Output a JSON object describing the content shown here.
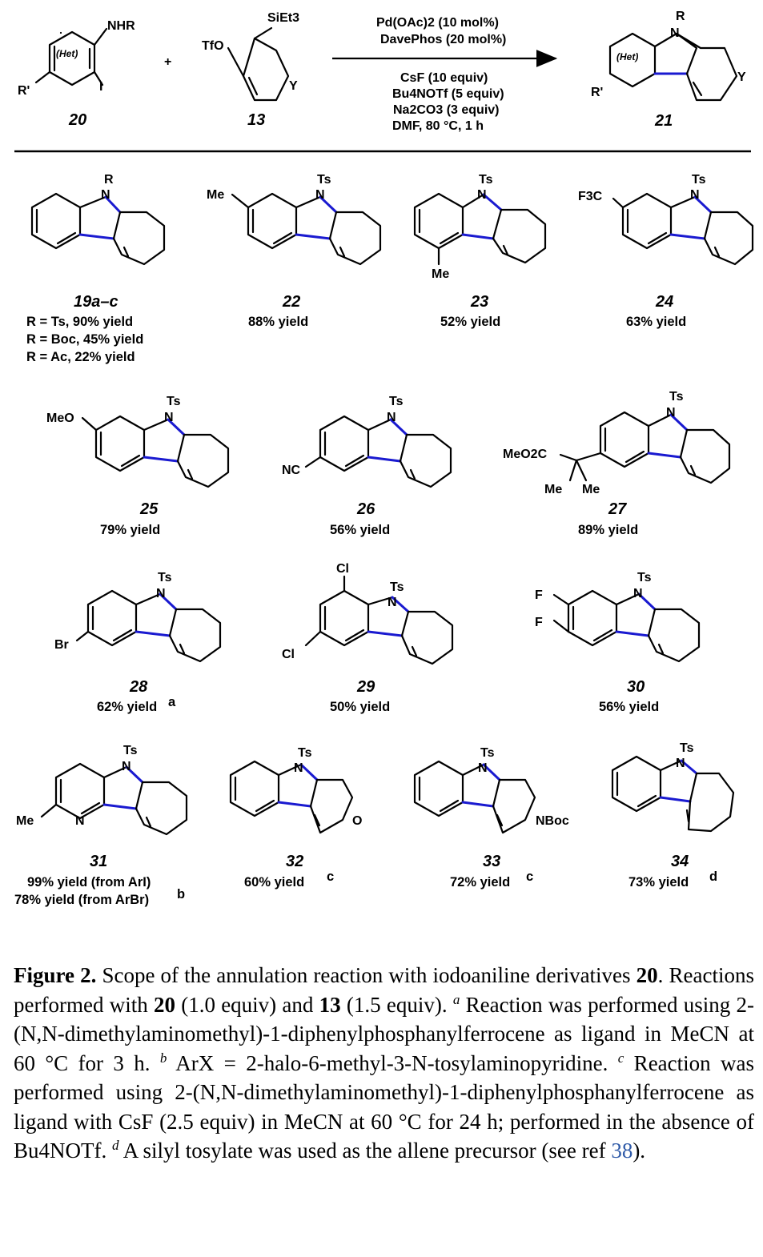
{
  "scheme": {
    "reactant_20": {
      "number": "20",
      "labels": [
        "NHR",
        "I",
        "R'",
        "(Het)"
      ]
    },
    "reactant_13": {
      "number": "13",
      "labels": [
        "SiEt3",
        "TfO",
        "Y"
      ]
    },
    "plus": "+",
    "conditions": {
      "above": [
        "Pd(OAc)2 (10 mol%)",
        "DavePhos (20 mol%)"
      ],
      "below": [
        "CsF (10 equiv)",
        "Bu4NOTf (5 equiv)",
        "Na2CO3 (3 equiv)",
        "DMF, 80 °C, 1 h"
      ]
    },
    "product_21": {
      "number": "21",
      "labels": [
        "R",
        "N",
        "(Het)",
        "R'",
        "Y"
      ]
    }
  },
  "entries": [
    {
      "number": "19a–c",
      "yield_lines": [
        "R = Ts, 90% yield",
        "R = Boc, 45% yield",
        "R = Ac, 22% yield"
      ],
      "labels": [
        "R",
        "N"
      ]
    },
    {
      "number": "22",
      "yield_lines": [
        "88% yield"
      ],
      "labels": [
        "Me",
        "Ts",
        "N"
      ]
    },
    {
      "number": "23",
      "yield_lines": [
        "52% yield"
      ],
      "labels": [
        "Ts",
        "N",
        "Me"
      ]
    },
    {
      "number": "24",
      "yield_lines": [
        "63% yield"
      ],
      "labels": [
        "F3C",
        "Ts",
        "N"
      ]
    },
    {
      "number": "25",
      "yield_lines": [
        "79% yield"
      ],
      "labels": [
        "MeO",
        "Ts",
        "N"
      ]
    },
    {
      "number": "26",
      "yield_lines": [
        "56% yield"
      ],
      "labels": [
        "Ts",
        "N",
        "NC"
      ]
    },
    {
      "number": "27",
      "yield_lines": [
        "89% yield"
      ],
      "labels": [
        "Ts",
        "N",
        "MeO2C",
        "Me",
        "Me"
      ]
    },
    {
      "number": "28",
      "yield_lines": [
        "62% yield"
      ],
      "footnote": "a",
      "labels": [
        "Ts",
        "N",
        "Br"
      ]
    },
    {
      "number": "29",
      "yield_lines": [
        "50% yield"
      ],
      "labels": [
        "Cl",
        "Ts",
        "N",
        "Cl"
      ]
    },
    {
      "number": "30",
      "yield_lines": [
        "56% yield"
      ],
      "labels": [
        "Ts",
        "N",
        "F",
        "F"
      ]
    },
    {
      "number": "31",
      "yield_lines": [
        "99% yield (from ArI)",
        "78% yield (from ArBr)"
      ],
      "footnote_line2": "b",
      "labels": [
        "Ts",
        "N",
        "Me",
        "N"
      ]
    },
    {
      "number": "32",
      "yield_lines": [
        "60% yield"
      ],
      "footnote": "c",
      "labels": [
        "Ts",
        "N",
        "O"
      ]
    },
    {
      "number": "33",
      "yield_lines": [
        "72% yield"
      ],
      "footnote": "c",
      "labels": [
        "Ts",
        "N",
        "NBoc"
      ]
    },
    {
      "number": "34",
      "yield_lines": [
        "73% yield"
      ],
      "footnote": "d",
      "labels": [
        "Ts",
        "N"
      ]
    }
  ],
  "caption": {
    "label": "Figure 2.",
    "p1": " Scope of the annulation reaction with iodoaniline derivatives ",
    "b20": "20",
    "p2": ". Reactions performed with ",
    "b20b": "20",
    "p3": " (1.0 equiv) and ",
    "b13": "13",
    "p4": " (1.5 equiv). ",
    "fa": "a",
    "ta": " Reaction was performed using 2-(N,N-dimethylaminomethyl)-1-diphenylphosphanylferrocene as ligand in MeCN at 60 °C for 3 h. ",
    "fb": "b",
    "tb": " ArX = 2-halo-6-methyl-3-N-tosylaminopyridine. ",
    "fc": "c",
    "tc": " Reaction was performed using 2-(N,N-dimethylaminomethyl)-1-diphenylphosphanylferrocene as ligand with CsF (2.5 equiv) in MeCN at 60 °C for 24 h; performed in the absence of Bu4NOTf. ",
    "fd": "d",
    "td": " A silyl tosylate was used as the allene precursor (see ref ",
    "ref": "38",
    "end": ")."
  }
}
